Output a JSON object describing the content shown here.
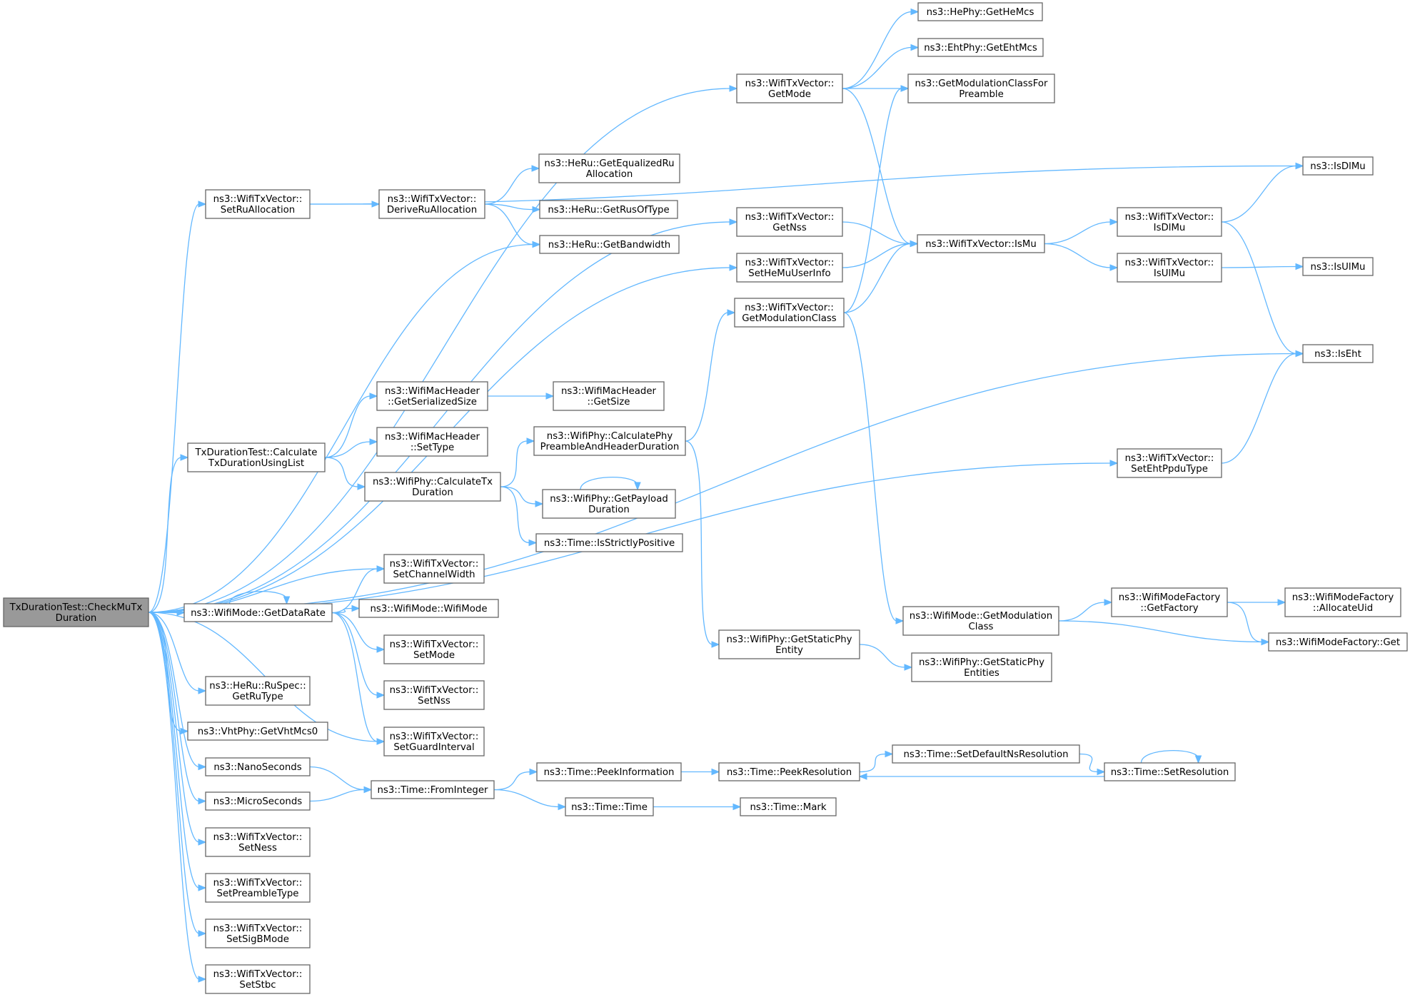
{
  "nodes": [
    {
      "id": "root",
      "lines": [
        "TxDurationTest::CheckMuTx",
        "Duration"
      ],
      "root": true
    },
    {
      "id": "setRuAlloc",
      "lines": [
        "ns3::WifiTxVector::",
        "SetRuAllocation"
      ]
    },
    {
      "id": "deriveRu",
      "lines": [
        "ns3::WifiTxVector::",
        "DeriveRuAllocation"
      ]
    },
    {
      "id": "getEqualizedRu",
      "lines": [
        "ns3::HeRu::GetEqualizedRu",
        "Allocation"
      ]
    },
    {
      "id": "getRusOfType",
      "lines": [
        "ns3::HeRu::GetRusOfType"
      ]
    },
    {
      "id": "getBandwidth",
      "lines": [
        "ns3::HeRu::GetBandwidth"
      ]
    },
    {
      "id": "getMode",
      "lines": [
        "ns3::WifiTxVector::",
        "GetMode"
      ]
    },
    {
      "id": "getHeMcs",
      "lines": [
        "ns3::HePhy::GetHeMcs"
      ]
    },
    {
      "id": "getEhtMcs",
      "lines": [
        "ns3::EhtPhy::GetEhtMcs"
      ]
    },
    {
      "id": "getModClassForPreamble",
      "lines": [
        "ns3::GetModulationClassFor",
        "Preamble"
      ]
    },
    {
      "id": "isDlMuFree",
      "lines": [
        "ns3::IsDlMu"
      ]
    },
    {
      "id": "getNss",
      "lines": [
        "ns3::WifiTxVector::",
        "GetNss"
      ]
    },
    {
      "id": "isMu",
      "lines": [
        "ns3::WifiTxVector::IsMu"
      ]
    },
    {
      "id": "setHeMuUserInfo",
      "lines": [
        "ns3::WifiTxVector::",
        "SetHeMuUserInfo"
      ]
    },
    {
      "id": "getModClass",
      "lines": [
        "ns3::WifiTxVector::",
        "GetModulationClass"
      ]
    },
    {
      "id": "isDlMuMember",
      "lines": [
        "ns3::WifiTxVector::",
        "IsDlMu"
      ]
    },
    {
      "id": "isUlMuMember",
      "lines": [
        "ns3::WifiTxVector::",
        "IsUlMu"
      ]
    },
    {
      "id": "isUlMuFree",
      "lines": [
        "ns3::IsUlMu"
      ]
    },
    {
      "id": "isEht",
      "lines": [
        "ns3::IsEht"
      ]
    },
    {
      "id": "getSerializedSize",
      "lines": [
        "ns3::WifiMacHeader",
        "::GetSerializedSize"
      ]
    },
    {
      "id": "getSize",
      "lines": [
        "ns3::WifiMacHeader",
        "::GetSize"
      ]
    },
    {
      "id": "calcUsingList",
      "lines": [
        "TxDurationTest::Calculate",
        "TxDurationUsingList"
      ]
    },
    {
      "id": "setType",
      "lines": [
        "ns3::WifiMacHeader",
        "::SetType"
      ]
    },
    {
      "id": "calcPhyPreamble",
      "lines": [
        "ns3::WifiPhy::CalculatePhy",
        "PreambleAndHeaderDuration"
      ]
    },
    {
      "id": "calcTxDuration",
      "lines": [
        "ns3::WifiPhy::CalculateTx",
        "Duration"
      ]
    },
    {
      "id": "getPayloadDuration",
      "lines": [
        "ns3::WifiPhy::GetPayload",
        "Duration"
      ]
    },
    {
      "id": "isStrictlyPositive",
      "lines": [
        "ns3::Time::IsStrictlyPositive"
      ]
    },
    {
      "id": "setEhtPpduType",
      "lines": [
        "ns3::WifiTxVector::",
        "SetEhtPpduType"
      ]
    },
    {
      "id": "setChannelWidth",
      "lines": [
        "ns3::WifiTxVector::",
        "SetChannelWidth"
      ]
    },
    {
      "id": "getDataRate",
      "lines": [
        "ns3::WifiMode::GetDataRate"
      ]
    },
    {
      "id": "wifiModeCtor",
      "lines": [
        "ns3::WifiMode::WifiMode"
      ]
    },
    {
      "id": "setMode",
      "lines": [
        "ns3::WifiTxVector::",
        "SetMode"
      ]
    },
    {
      "id": "setNss",
      "lines": [
        "ns3::WifiTxVector::",
        "SetNss"
      ]
    },
    {
      "id": "setGuardInterval",
      "lines": [
        "ns3::WifiTxVector::",
        "SetGuardInterval"
      ]
    },
    {
      "id": "modeGetModClass",
      "lines": [
        "ns3::WifiMode::GetModulation",
        "Class"
      ]
    },
    {
      "id": "getFactory",
      "lines": [
        "ns3::WifiModeFactory",
        "::GetFactory"
      ]
    },
    {
      "id": "allocateUid",
      "lines": [
        "ns3::WifiModeFactory",
        "::AllocateUid"
      ]
    },
    {
      "id": "factoryGet",
      "lines": [
        "ns3::WifiModeFactory::Get"
      ]
    },
    {
      "id": "getStaticPhyEntity",
      "lines": [
        "ns3::WifiPhy::GetStaticPhy",
        "Entity"
      ]
    },
    {
      "id": "getStaticPhyEntities",
      "lines": [
        "ns3::WifiPhy::GetStaticPhy",
        "Entities"
      ]
    },
    {
      "id": "getRuType",
      "lines": [
        "ns3::HeRu::RuSpec::",
        "GetRuType"
      ]
    },
    {
      "id": "getVhtMcs0",
      "lines": [
        "ns3::VhtPhy::GetVhtMcs0"
      ]
    },
    {
      "id": "nanoSeconds",
      "lines": [
        "ns3::NanoSeconds"
      ]
    },
    {
      "id": "microSeconds",
      "lines": [
        "ns3::MicroSeconds"
      ]
    },
    {
      "id": "fromInteger",
      "lines": [
        "ns3::Time::FromInteger"
      ]
    },
    {
      "id": "peekInformation",
      "lines": [
        "ns3::Time::PeekInformation"
      ]
    },
    {
      "id": "peekResolution",
      "lines": [
        "ns3::Time::PeekResolution"
      ]
    },
    {
      "id": "setDefaultNsResolution",
      "lines": [
        "ns3::Time::SetDefaultNsResolution"
      ]
    },
    {
      "id": "setResolution",
      "lines": [
        "ns3::Time::SetResolution"
      ]
    },
    {
      "id": "timeCtor",
      "lines": [
        "ns3::Time::Time"
      ]
    },
    {
      "id": "timeMark",
      "lines": [
        "ns3::Time::Mark"
      ]
    },
    {
      "id": "setNess",
      "lines": [
        "ns3::WifiTxVector::",
        "SetNess"
      ]
    },
    {
      "id": "setPreambleType",
      "lines": [
        "ns3::WifiTxVector::",
        "SetPreambleType"
      ]
    },
    {
      "id": "setSigBMode",
      "lines": [
        "ns3::WifiTxVector::",
        "SetSigBMode"
      ]
    },
    {
      "id": "setStbc",
      "lines": [
        "ns3::WifiTxVector::",
        "SetStbc"
      ]
    }
  ],
  "edges": [
    [
      "root",
      "setRuAlloc"
    ],
    [
      "root",
      "getBandwidth"
    ],
    [
      "root",
      "getMode"
    ],
    [
      "root",
      "getNss"
    ],
    [
      "root",
      "setHeMuUserInfo"
    ],
    [
      "root",
      "isEht"
    ],
    [
      "root",
      "calcUsingList"
    ],
    [
      "root",
      "setEhtPpduType"
    ],
    [
      "root",
      "setChannelWidth"
    ],
    [
      "root",
      "getDataRate"
    ],
    [
      "root",
      "setGuardInterval"
    ],
    [
      "root",
      "getRuType"
    ],
    [
      "root",
      "getVhtMcs0"
    ],
    [
      "root",
      "nanoSeconds"
    ],
    [
      "root",
      "microSeconds"
    ],
    [
      "root",
      "setNess"
    ],
    [
      "root",
      "setPreambleType"
    ],
    [
      "root",
      "setSigBMode"
    ],
    [
      "root",
      "setStbc"
    ],
    [
      "setRuAlloc",
      "deriveRu"
    ],
    [
      "setRuAlloc",
      "isDlMuFree"
    ],
    [
      "deriveRu",
      "getEqualizedRu"
    ],
    [
      "deriveRu",
      "getRusOfType"
    ],
    [
      "deriveRu",
      "getBandwidth"
    ],
    [
      "getMode",
      "getHeMcs"
    ],
    [
      "getMode",
      "getEhtMcs"
    ],
    [
      "getMode",
      "getModClassForPreamble"
    ],
    [
      "getMode",
      "isMu"
    ],
    [
      "getNss",
      "isMu"
    ],
    [
      "setHeMuUserInfo",
      "isMu"
    ],
    [
      "getModClass",
      "isMu"
    ],
    [
      "getModClass",
      "getModClassForPreamble"
    ],
    [
      "getModClass",
      "modeGetModClass"
    ],
    [
      "isMu",
      "isDlMuMember"
    ],
    [
      "isMu",
      "isUlMuMember"
    ],
    [
      "isDlMuMember",
      "isDlMuFree"
    ],
    [
      "isDlMuMember",
      "isEht"
    ],
    [
      "isUlMuMember",
      "isUlMuFree"
    ],
    [
      "calcUsingList",
      "getSerializedSize"
    ],
    [
      "calcUsingList",
      "setType"
    ],
    [
      "calcUsingList",
      "calcTxDuration"
    ],
    [
      "getSerializedSize",
      "getSize"
    ],
    [
      "calcTxDuration",
      "calcPhyPreamble"
    ],
    [
      "calcTxDuration",
      "getPayloadDuration"
    ],
    [
      "calcTxDuration",
      "isStrictlyPositive"
    ],
    [
      "calcPhyPreamble",
      "getModClass"
    ],
    [
      "calcPhyPreamble",
      "getStaticPhyEntity"
    ],
    [
      "getPayloadDuration",
      "getPayloadDuration"
    ],
    [
      "setEhtPpduType",
      "isEht"
    ],
    [
      "getDataRate",
      "getDataRate"
    ],
    [
      "getDataRate",
      "setChannelWidth"
    ],
    [
      "getDataRate",
      "wifiModeCtor"
    ],
    [
      "getDataRate",
      "setMode"
    ],
    [
      "getDataRate",
      "setNss"
    ],
    [
      "getDataRate",
      "setGuardInterval"
    ],
    [
      "modeGetModClass",
      "getFactory"
    ],
    [
      "modeGetModClass",
      "factoryGet"
    ],
    [
      "getFactory",
      "allocateUid"
    ],
    [
      "getFactory",
      "factoryGet"
    ],
    [
      "getStaticPhyEntity",
      "getStaticPhyEntities"
    ],
    [
      "nanoSeconds",
      "fromInteger"
    ],
    [
      "microSeconds",
      "fromInteger"
    ],
    [
      "fromInteger",
      "peekInformation"
    ],
    [
      "fromInteger",
      "timeCtor"
    ],
    [
      "peekInformation",
      "peekResolution"
    ],
    [
      "peekResolution",
      "setDefaultNsResolution"
    ],
    [
      "setDefaultNsResolution",
      "setResolution"
    ],
    [
      "setResolution",
      "peekResolution"
    ],
    [
      "setResolution",
      "setResolution"
    ],
    [
      "timeCtor",
      "timeMark"
    ]
  ]
}
